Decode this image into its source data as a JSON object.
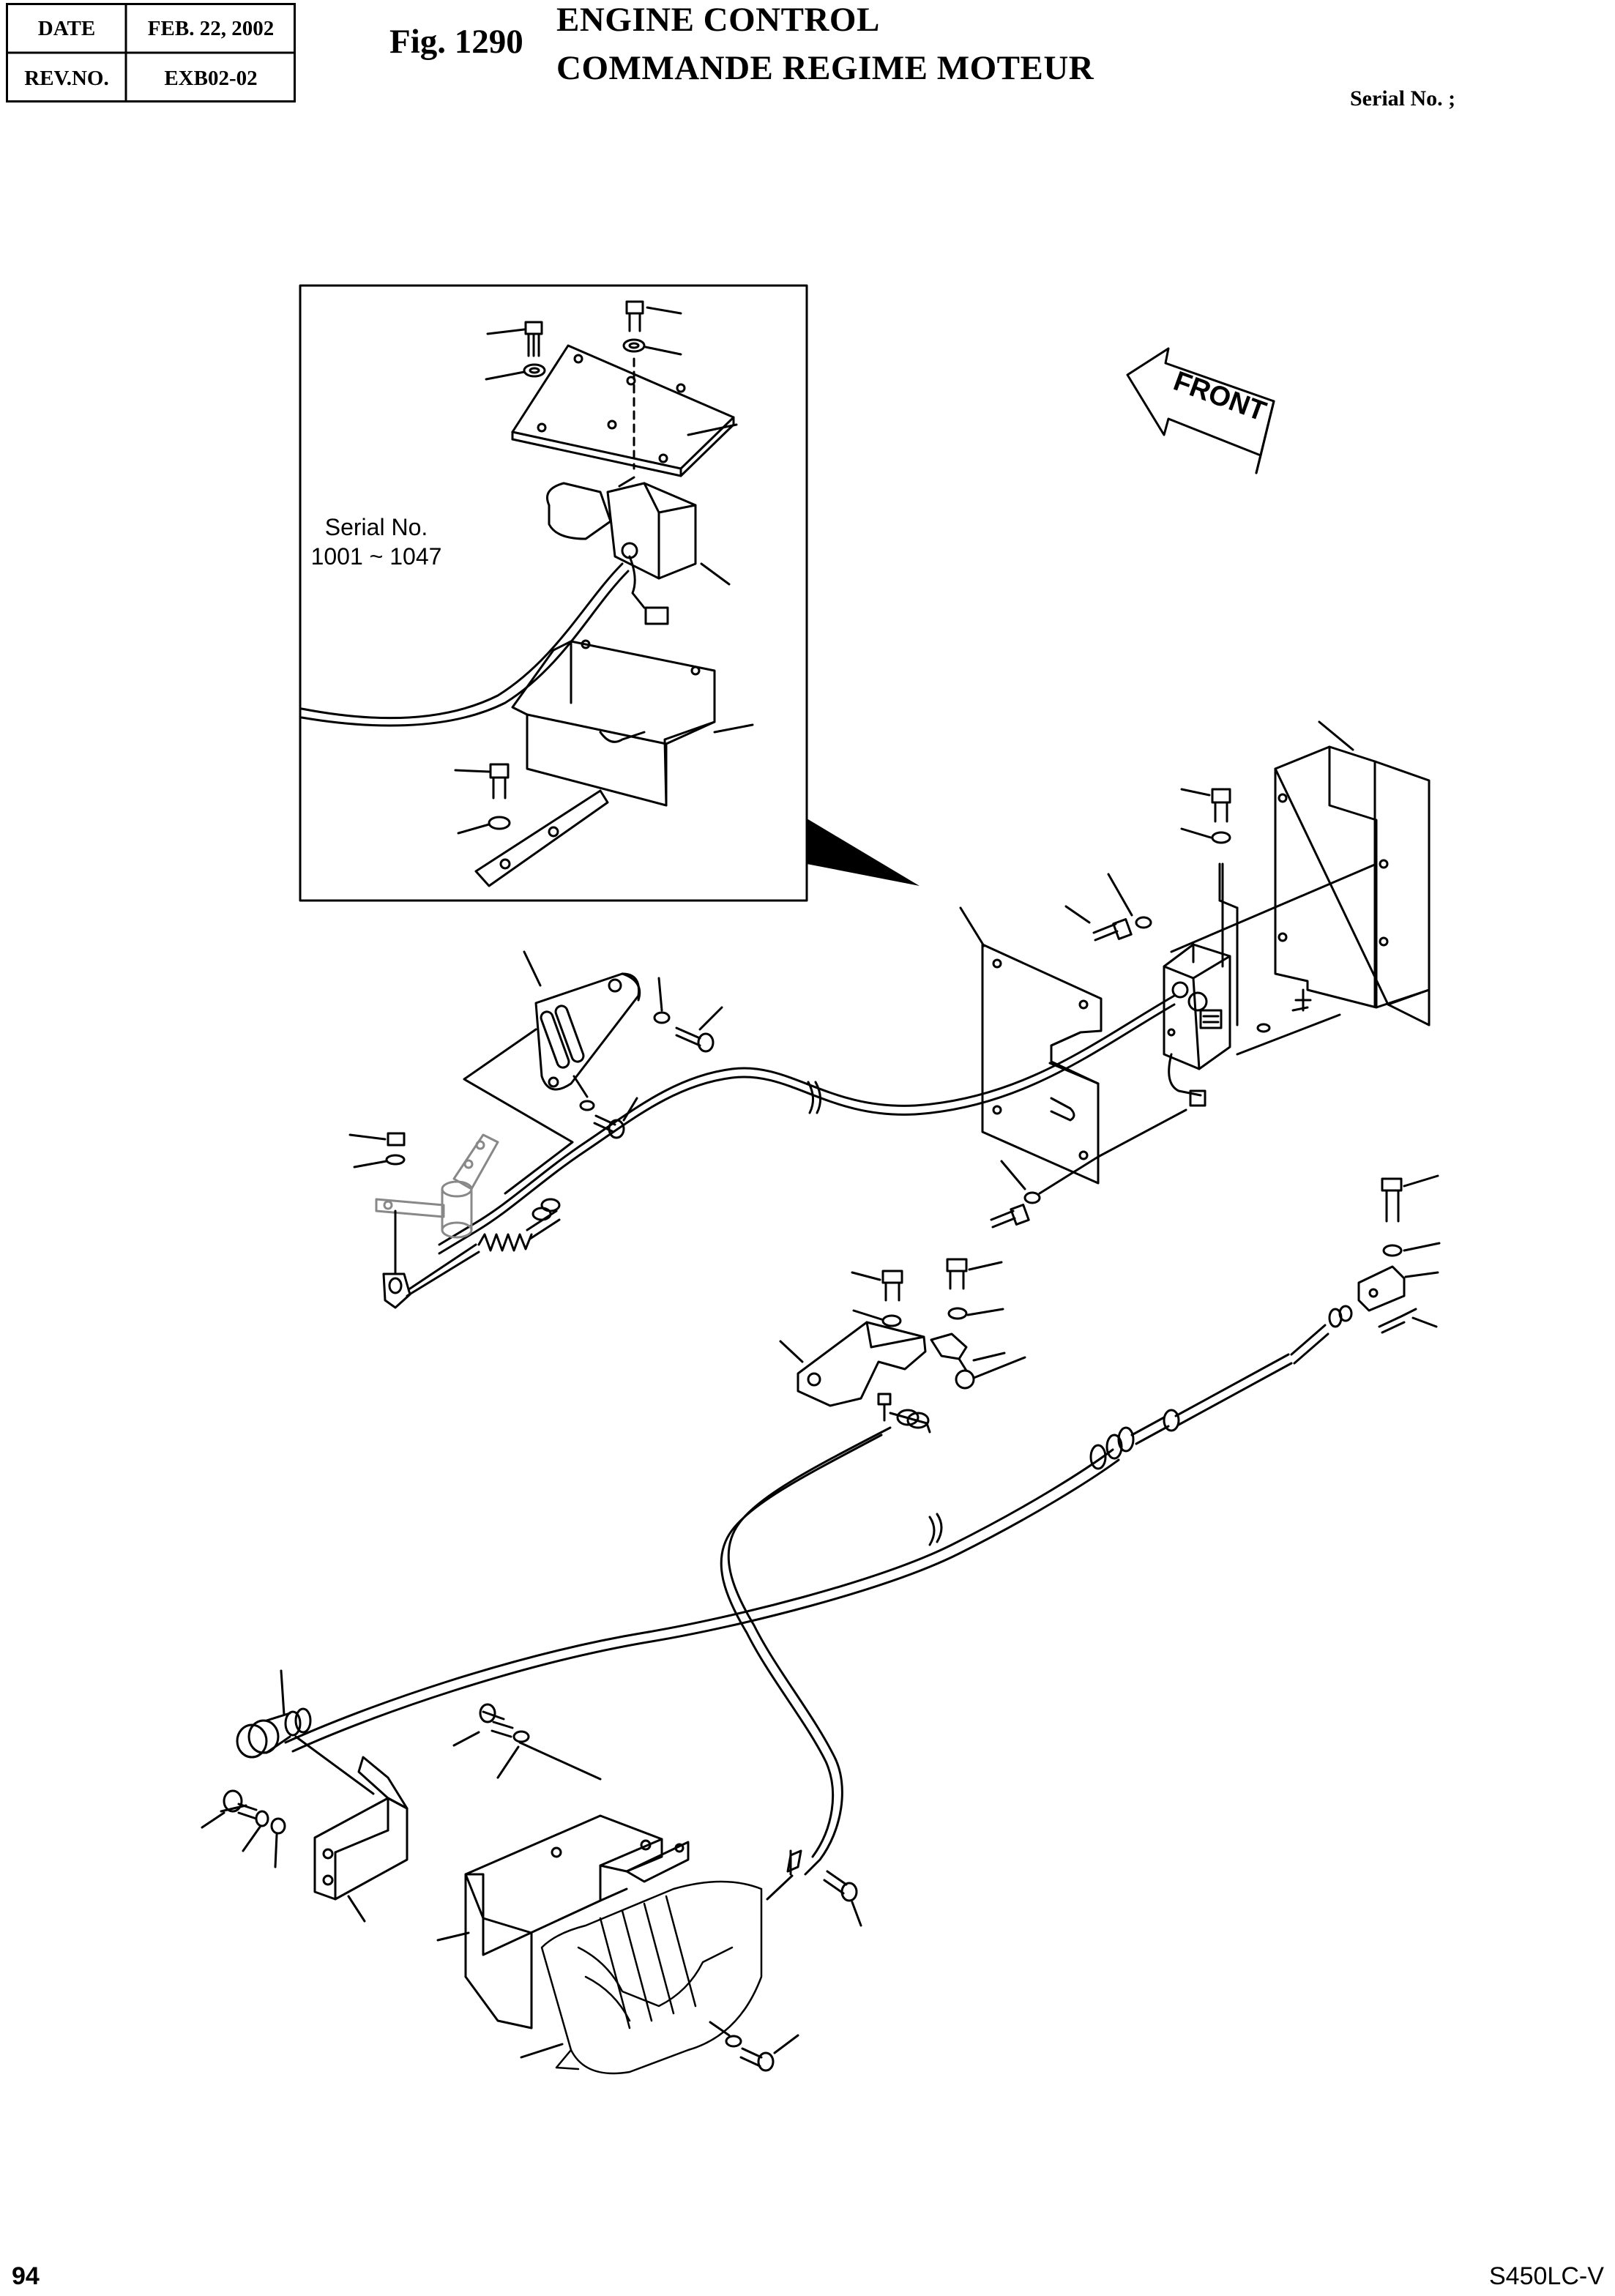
{
  "header": {
    "date_label": "DATE",
    "date_value": "FEB. 22, 2002",
    "rev_label": "REV.NO.",
    "rev_value": "EXB02-02"
  },
  "figure": {
    "number": "Fig. 1290",
    "title_en": "ENGINE CONTROL",
    "title_fr": "COMMANDE REGIME MOTEUR",
    "serial_label": "Serial No. ;"
  },
  "inset": {
    "serial_line1": "Serial No.",
    "serial_line2": "1001 ~ 1047"
  },
  "front_label": "FRONT",
  "footer": {
    "page_number": "94",
    "model": "S450LC-V"
  }
}
